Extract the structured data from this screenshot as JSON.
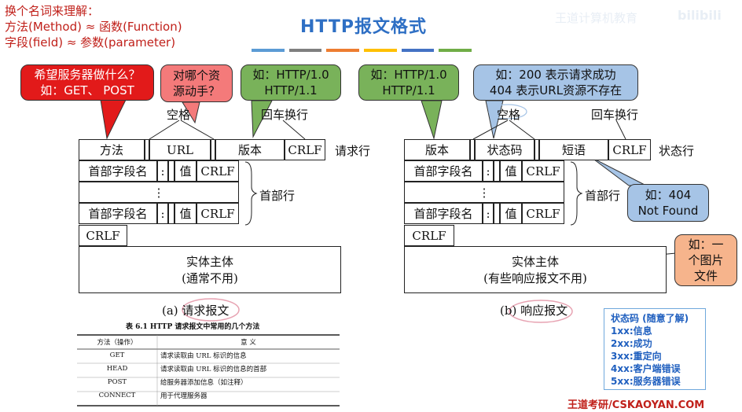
{
  "notes": {
    "line1": "换个名词来理解：",
    "line2": "方法(Method) ≈ 函数(Function)",
    "line3": "字段(field) ≈ 参数(parameter)"
  },
  "title": "HTTP报文格式",
  "watermark": "王道计算机教育",
  "title_bar_colors": [
    "#5b9bd5",
    "#7f7f7f",
    "#ed7d31",
    "#ffc000",
    "#4472c4",
    "#70ad47"
  ],
  "request": {
    "bubbles": {
      "method": [
        "希望服务器做什么？",
        "如：GET、 POST"
      ],
      "resource": [
        "对哪个资",
        "源动手？"
      ],
      "version": [
        "如：HTTP/1.0",
        "HTTP/1.1"
      ]
    },
    "space_label": "空格",
    "crlf_label": "回车换行",
    "line_label": "请求行",
    "start": {
      "method": "方法",
      "url": "URL",
      "version": "版本",
      "crlf": "CRLF"
    },
    "header": {
      "name": "首部字段名",
      "colon": ":",
      "value": "值",
      "crlf": "CRLF",
      "dots": "⋮"
    },
    "header_label": "首部行",
    "end_crlf": "CRLF",
    "body": [
      "实体主体",
      "(通常不用)"
    ],
    "caption": "(a) 请求报文"
  },
  "response": {
    "bubbles": {
      "version": [
        "如：HTTP/1.0",
        "HTTP/1.1"
      ],
      "status": [
        "如：200 表示请求成功",
        "404 表示URL资源不存在"
      ],
      "phrase": [
        "如：404",
        "Not Found"
      ],
      "body": [
        "如：一",
        "个图片",
        "文件"
      ]
    },
    "space_label": "空格",
    "crlf_label": "回车换行",
    "line_label": "状态行",
    "start": {
      "version": "版本",
      "status": "状态码",
      "phrase": "短语",
      "crlf": "CRLF"
    },
    "header": {
      "name": "首部字段名",
      "colon": ":",
      "value": "值",
      "crlf": "CRLF",
      "dots": "⋮"
    },
    "header_label": "首部行",
    "end_crlf": "CRLF",
    "body": [
      "实体主体",
      "(有些响应报文不用)"
    ],
    "caption": "(b) 响应报文"
  },
  "table": {
    "caption": "表 6.1    HTTP 请求报文中常用的几个方法",
    "headers": [
      "方法（操作）",
      "意    义"
    ],
    "rows": [
      [
        "GET",
        "请求读取由 URL 标识的信息"
      ],
      [
        "HEAD",
        "请求读取由 URL 标识的信息的首部"
      ],
      [
        "POST",
        "给服务器添加信息（如注释）"
      ],
      [
        "CONNECT",
        "用于代理服务器"
      ]
    ]
  },
  "status_legend": {
    "title": "状态码 (随意了解)",
    "items": [
      "1xx:信息",
      "2xx:成功",
      "3xx:重定向",
      "4xx:客户端错误",
      "5xx:服务器错误"
    ]
  },
  "brand": "王道考研/CSKAOYAN.COM"
}
